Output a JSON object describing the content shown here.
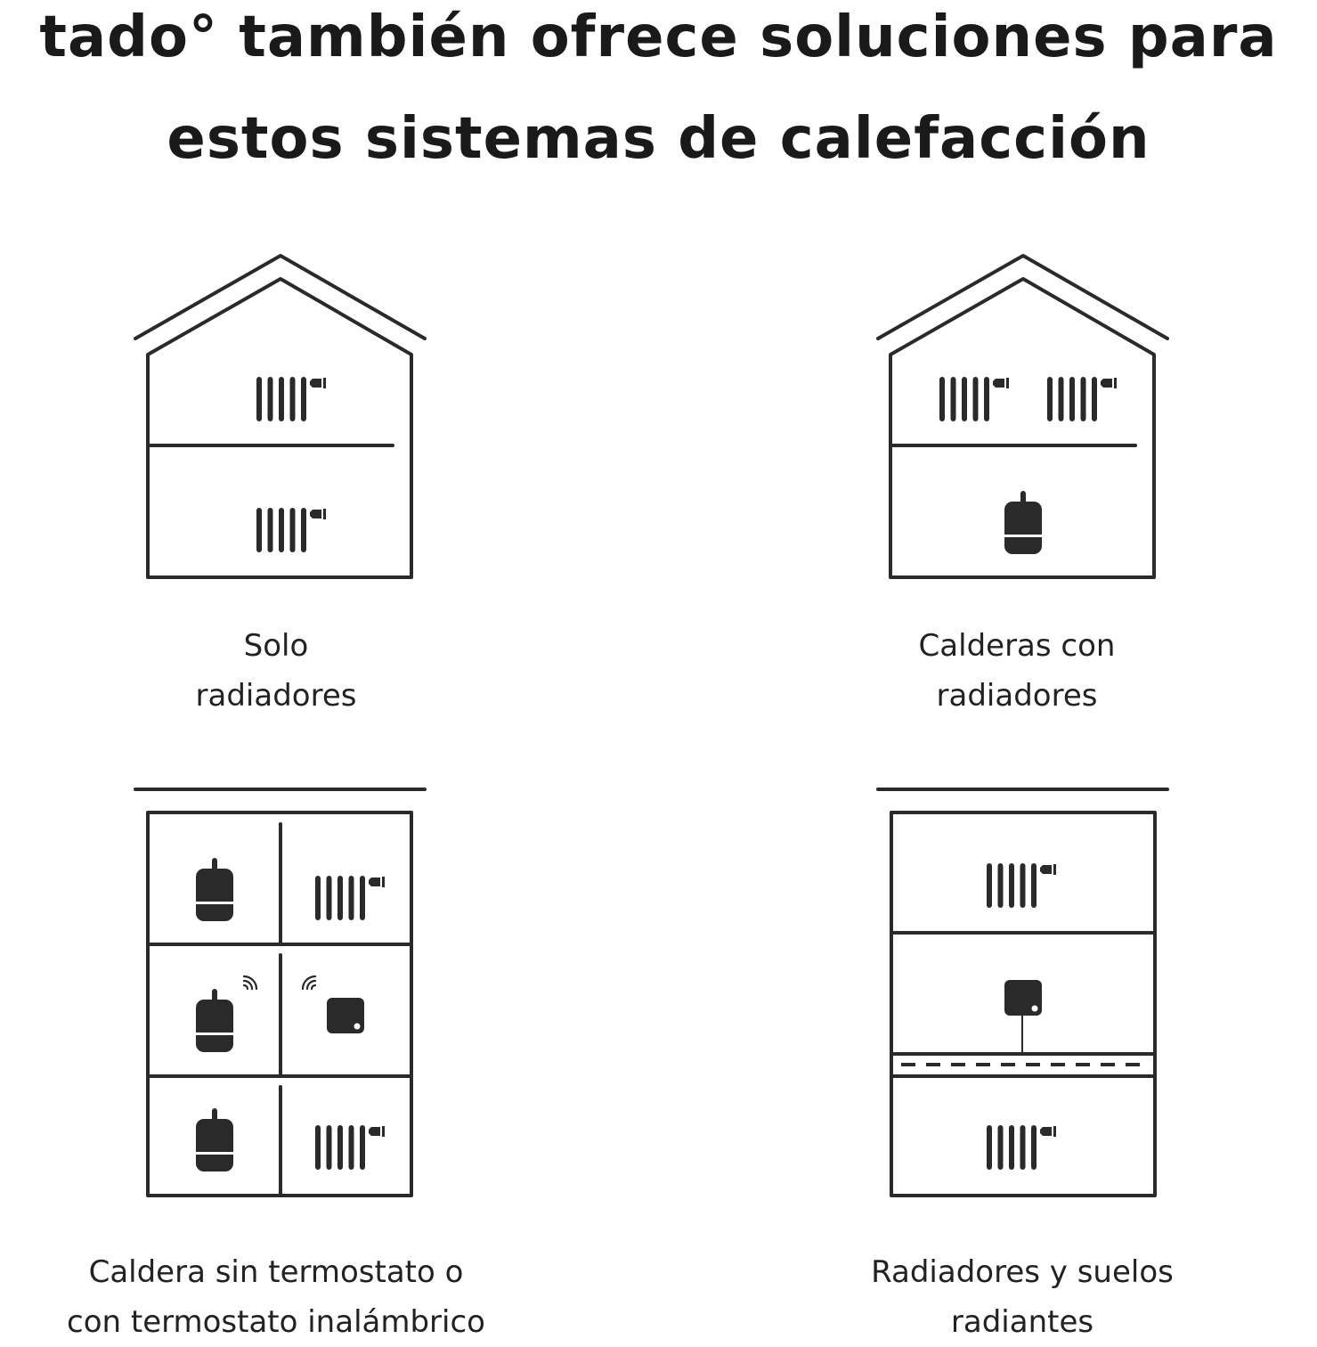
{
  "title": {
    "line1": "tado° también ofrece soluciones para",
    "line2": "estos sistemas de calefacción"
  },
  "systems": [
    {
      "line1": "Solo",
      "line2": "radiadores"
    },
    {
      "line1": "Calderas con",
      "line2": "radiadores"
    },
    {
      "line1": "Caldera sin termostato o",
      "line2": "con termostato inalámbrico"
    },
    {
      "line1": "Radiadores y suelos",
      "line2": "radiantes"
    }
  ],
  "colors": {
    "icon": "#2a2a2a",
    "text": "#1a1a1a"
  }
}
